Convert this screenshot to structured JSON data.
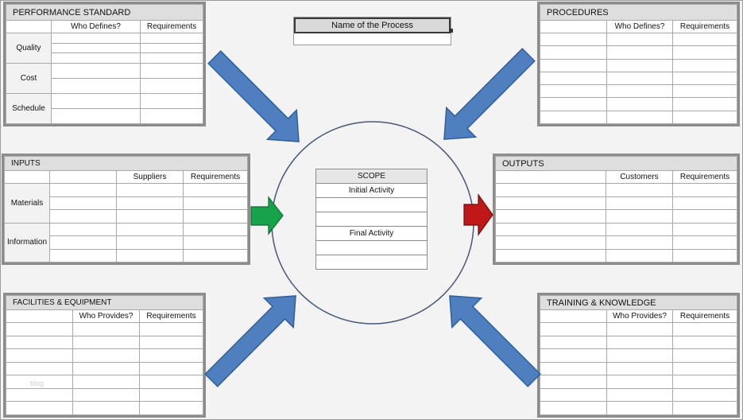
{
  "process": {
    "name": "Name of the Process"
  },
  "performance": {
    "title": "PERFORMANCE STANDARD",
    "col1": "Who Defines?",
    "col2": "Requirements",
    "rows": [
      "Quality",
      "Cost",
      "Schedule"
    ]
  },
  "procedures": {
    "title": "PROCEDURES",
    "col1": "Who Defines?",
    "col2": "Requirements"
  },
  "inputs": {
    "title": "INPUTS",
    "col1": "Suppliers",
    "col2": "Requirements",
    "rows": [
      "Materials",
      "Information"
    ]
  },
  "outputs": {
    "title": "OUTPUTS",
    "col1": "Customers",
    "col2": "Requirements"
  },
  "facilities": {
    "title": "FACILITIES & EQUIPMENT",
    "col1": "Who Provides?",
    "col2": "Requirements"
  },
  "training": {
    "title": "TRAINING & KNOWLEDGE",
    "col1": "Who Provides?",
    "col2": "Requirements"
  },
  "scope": {
    "title": "SCOPE",
    "initial": "Initial Activity",
    "final": "Final Activity"
  },
  "watermark": "blog",
  "colors": {
    "arrow_blue": "#4f7fbf",
    "arrow_green": "#16a34a",
    "arrow_red": "#c01818",
    "circle": "#44597a"
  }
}
